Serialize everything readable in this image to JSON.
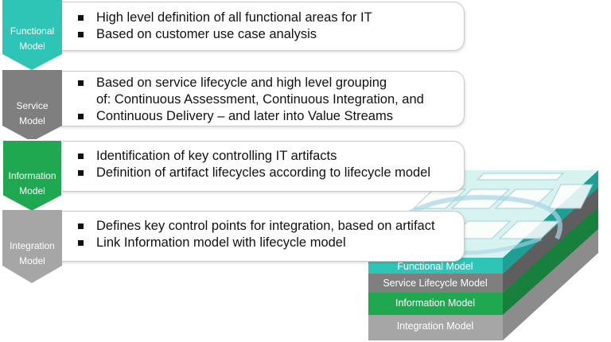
{
  "rows": [
    {
      "chevron_line1": "Functional",
      "chevron_line2": "Model",
      "bullets": [
        "High level definition of all functional areas for IT",
        "Based on customer use case analysis"
      ]
    },
    {
      "chevron_line1": "Service",
      "chevron_line2": "Model",
      "bullets": [
        "Based on service lifecycle and high level grouping",
        "of: Continuous Assessment, Continuous Integration, and",
        "Continuous Delivery – and later into Value Streams"
      ]
    },
    {
      "chevron_line1": "Information",
      "chevron_line2": "Model",
      "bullets": [
        "Identification of key controlling IT artifacts",
        "Definition of artifact lifecycles according to lifecycle model"
      ]
    },
    {
      "chevron_line1": "Integration",
      "chevron_line2": "Model",
      "bullets": [
        "Defines key control points for integration, based on artifact",
        "Link Information model with lifecycle model"
      ]
    }
  ],
  "stack": {
    "layers": [
      "Functional Model",
      "Service Lifecycle Model",
      "Information Model",
      "Integration Model"
    ]
  },
  "colors": {
    "teal": "#2ec4b6",
    "grey": "#7f7f7f",
    "green": "#1fa84f",
    "light_grey": "#a6a6a6"
  }
}
